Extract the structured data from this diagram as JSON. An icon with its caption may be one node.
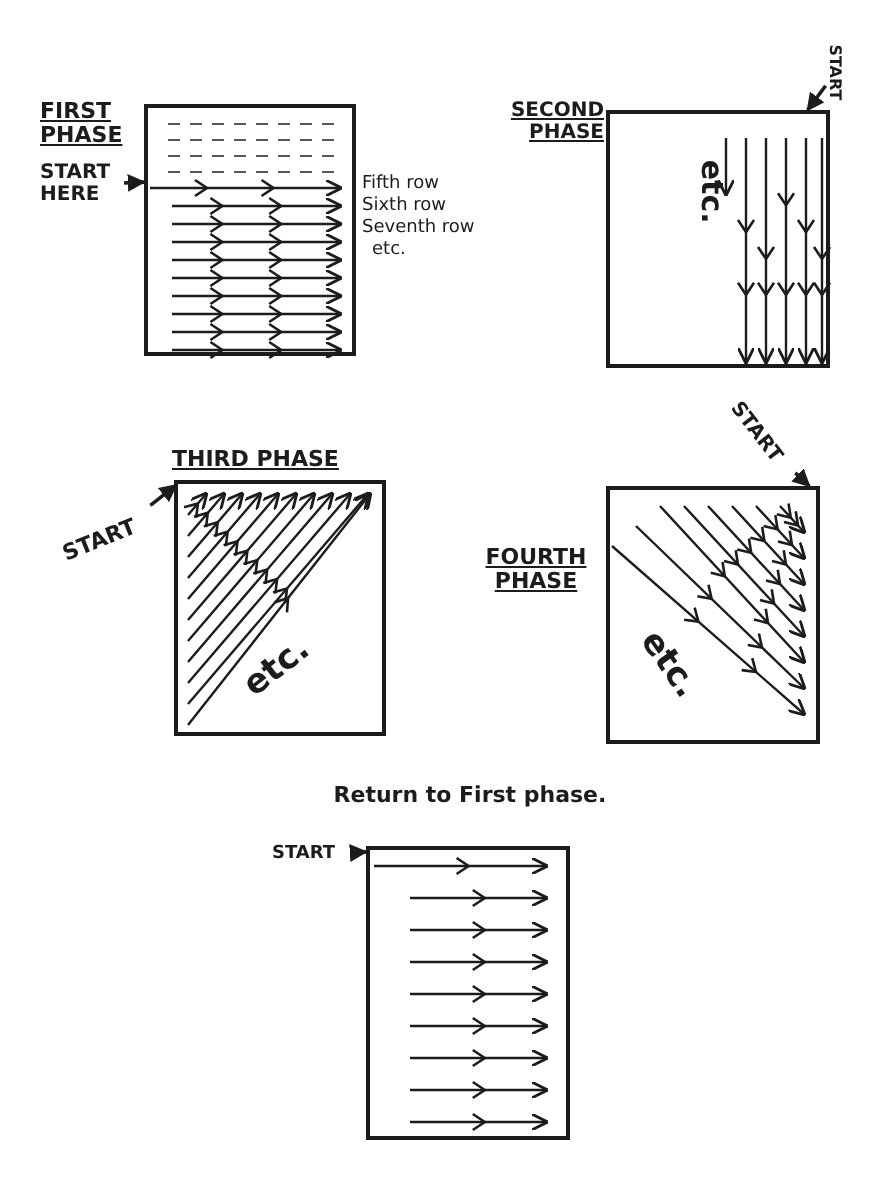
{
  "diagram": {
    "nodes": [
      {
        "text": [],
        "shape": "box"
      },
      {
        "text": [
          "START HERE"
        ]
      },
      {
        "text": [],
        "shape": "box"
      },
      {
        "text": [
          "START"
        ]
      },
      {
        "text": [],
        "shape": "box"
      },
      {
        "text": [
          "START"
        ]
      },
      {
        "text": [],
        "shape": "box"
      },
      {
        "text": [
          "START"
        ]
      },
      {
        "text": [],
        "shape": "box"
      },
      {
        "text": [
          "START"
        ]
      }
    ],
    "edges": [
      {
        "from": 1,
        "to": 0,
        "arrow": "to"
      },
      {
        "from": 3,
        "to": 2,
        "arrow": "to"
      },
      {
        "from": 5,
        "to": 4,
        "arrow": "to"
      },
      {
        "from": 7,
        "to": 6,
        "arrow": "to"
      },
      {
        "from": 9,
        "to": 8,
        "arrow": "to"
      }
    ],
    "labels": [
      "FIRST PHASE",
      "SECOND PHASE",
      "Fifth row",
      "Sixth row",
      "Seventh row",
      "etc.",
      "etc.",
      "THIRD PHASE",
      "FOURTH PHASE",
      "etc.",
      "etc.",
      "Return to First phase."
    ]
  }
}
